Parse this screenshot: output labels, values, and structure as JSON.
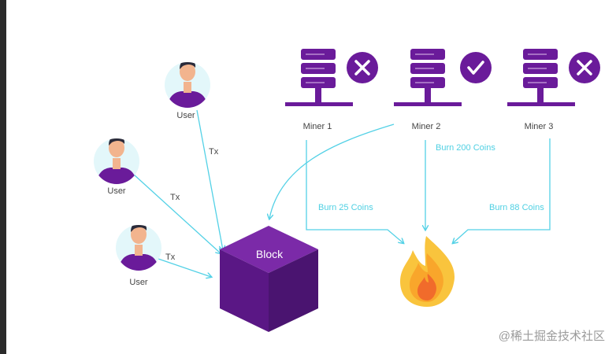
{
  "colors": {
    "purple": "#6a1b9a",
    "purple_dark": "#4a1470",
    "purple_top": "#7b2aa8",
    "purple_side": "#5a1785",
    "cyan": "#53d1e6",
    "cyan_text": "#4fd0e3",
    "user_bg": "#e3f7fa",
    "skin": "#f2b48e",
    "hair": "#2b2b3a",
    "server": "#6a1b9a",
    "flame_outer": "#f9c43d",
    "flame_mid": "#f9a62b",
    "flame_inner": "#f16b2b",
    "label_gray": "#555555",
    "watermark": "#999999"
  },
  "users": [
    {
      "label": "User",
      "icon": "user-avatar-icon"
    },
    {
      "label": "User",
      "icon": "user-avatar-icon"
    },
    {
      "label": "User",
      "icon": "user-avatar-icon"
    }
  ],
  "tx_labels": [
    "Tx",
    "Tx",
    "Tx"
  ],
  "block_label": "Block",
  "miners": [
    {
      "label": "Miner 1",
      "status": "rejected",
      "icon": "x-icon"
    },
    {
      "label": "Miner 2",
      "status": "accepted",
      "icon": "check-icon"
    },
    {
      "label": "Miner 3",
      "status": "rejected",
      "icon": "x-icon"
    }
  ],
  "burns": [
    {
      "label": "Burn 25 Coins"
    },
    {
      "label": "Burn 200 Coins"
    },
    {
      "label": "Burn 88 Coins"
    }
  ],
  "fire_icon": "fire-icon",
  "watermark": "@稀土掘金技术社区"
}
